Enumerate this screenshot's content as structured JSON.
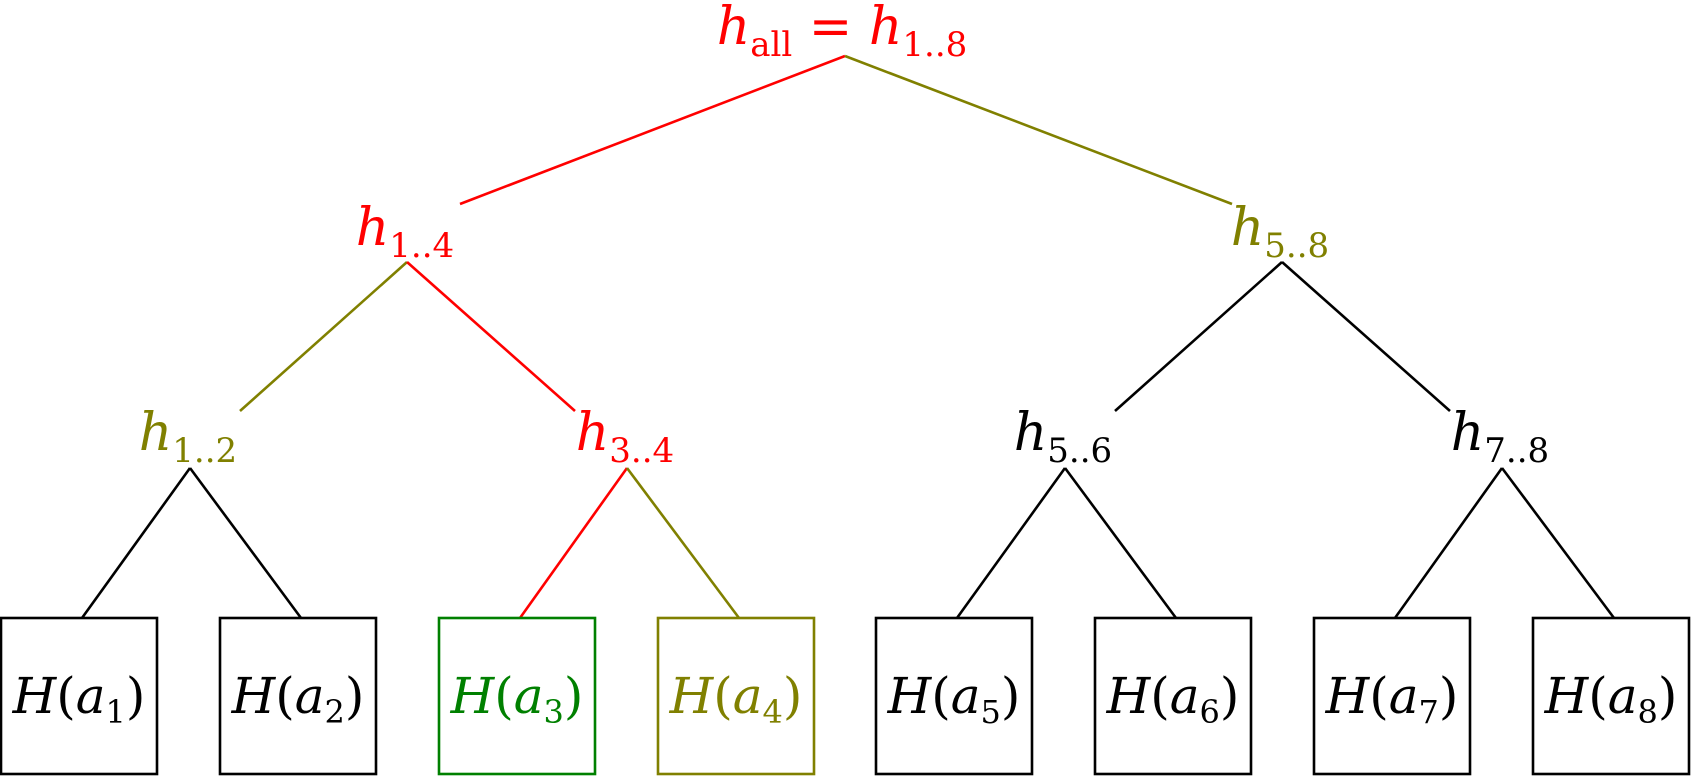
{
  "colors": {
    "path": "#ff0000",
    "sibling": "#808000",
    "target": "#008000",
    "normal": "#000000"
  },
  "root": {
    "main": "h",
    "sub": "all",
    "eq": "=",
    "main2": "h",
    "sub2": "1..8",
    "role": "path"
  },
  "level1": [
    {
      "main": "h",
      "sub": "1..4",
      "role": "path"
    },
    {
      "main": "h",
      "sub": "5..8",
      "role": "sibling"
    }
  ],
  "level2": [
    {
      "main": "h",
      "sub": "1..2",
      "role": "sibling"
    },
    {
      "main": "h",
      "sub": "3..4",
      "role": "path"
    },
    {
      "main": "h",
      "sub": "5..6",
      "role": "normal"
    },
    {
      "main": "h",
      "sub": "7..8",
      "role": "normal"
    }
  ],
  "leaves": [
    {
      "fn": "H",
      "arg": "a",
      "sub": "1",
      "role": "normal"
    },
    {
      "fn": "H",
      "arg": "a",
      "sub": "2",
      "role": "normal"
    },
    {
      "fn": "H",
      "arg": "a",
      "sub": "3",
      "role": "target"
    },
    {
      "fn": "H",
      "arg": "a",
      "sub": "4",
      "role": "sibling"
    },
    {
      "fn": "H",
      "arg": "a",
      "sub": "5",
      "role": "normal"
    },
    {
      "fn": "H",
      "arg": "a",
      "sub": "6",
      "role": "normal"
    },
    {
      "fn": "H",
      "arg": "a",
      "sub": "7",
      "role": "normal"
    },
    {
      "fn": "H",
      "arg": "a",
      "sub": "8",
      "role": "normal"
    }
  ],
  "edges": {
    "root": [
      "path",
      "sibling"
    ],
    "level1": [
      "sibling",
      "path",
      "normal",
      "normal"
    ],
    "level2": [
      "normal",
      "normal",
      "path",
      "sibling",
      "normal",
      "normal",
      "normal",
      "normal"
    ]
  }
}
